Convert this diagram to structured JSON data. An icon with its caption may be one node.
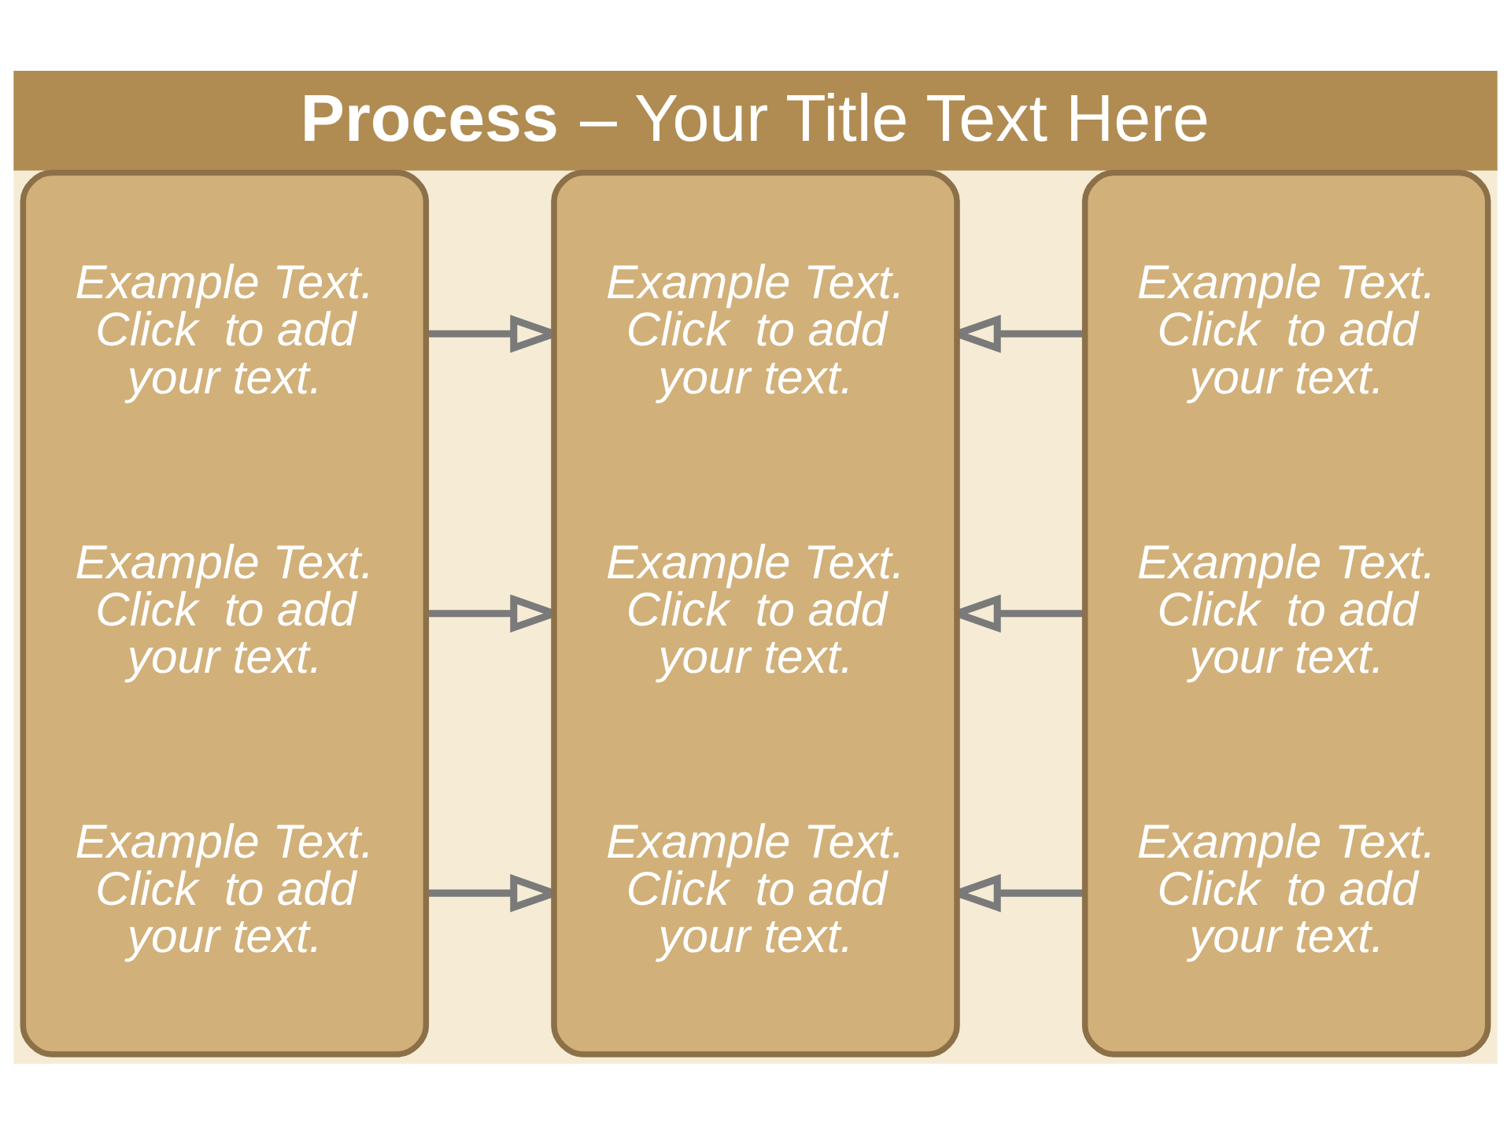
{
  "diagram": {
    "title": "**Process** – Your Title Text Here",
    "nodes": [
      {
        "text": [
          "Example Text. Click  to add your text.",
          "Example Text. Click  to add your text.",
          "Example Text. Click  to add your text."
        ]
      },
      {
        "text": [
          "Example Text. Click  to add your text.",
          "Example Text. Click  to add your text.",
          "Example Text. Click  to add your text."
        ]
      },
      {
        "text": [
          "Example Text. Click  to add your text.",
          "Example Text. Click  to add your text.",
          "Example Text. Click  to add your text."
        ]
      }
    ],
    "edges": [
      {
        "from": 0,
        "to": 1,
        "arrow": "to"
      },
      {
        "from": 0,
        "to": 1,
        "arrow": "to"
      },
      {
        "from": 0,
        "to": 1,
        "arrow": "to"
      },
      {
        "from": 2,
        "to": 1,
        "arrow": "to"
      },
      {
        "from": 2,
        "to": 1,
        "arrow": "to"
      },
      {
        "from": 2,
        "to": 1,
        "arrow": "to"
      }
    ]
  }
}
